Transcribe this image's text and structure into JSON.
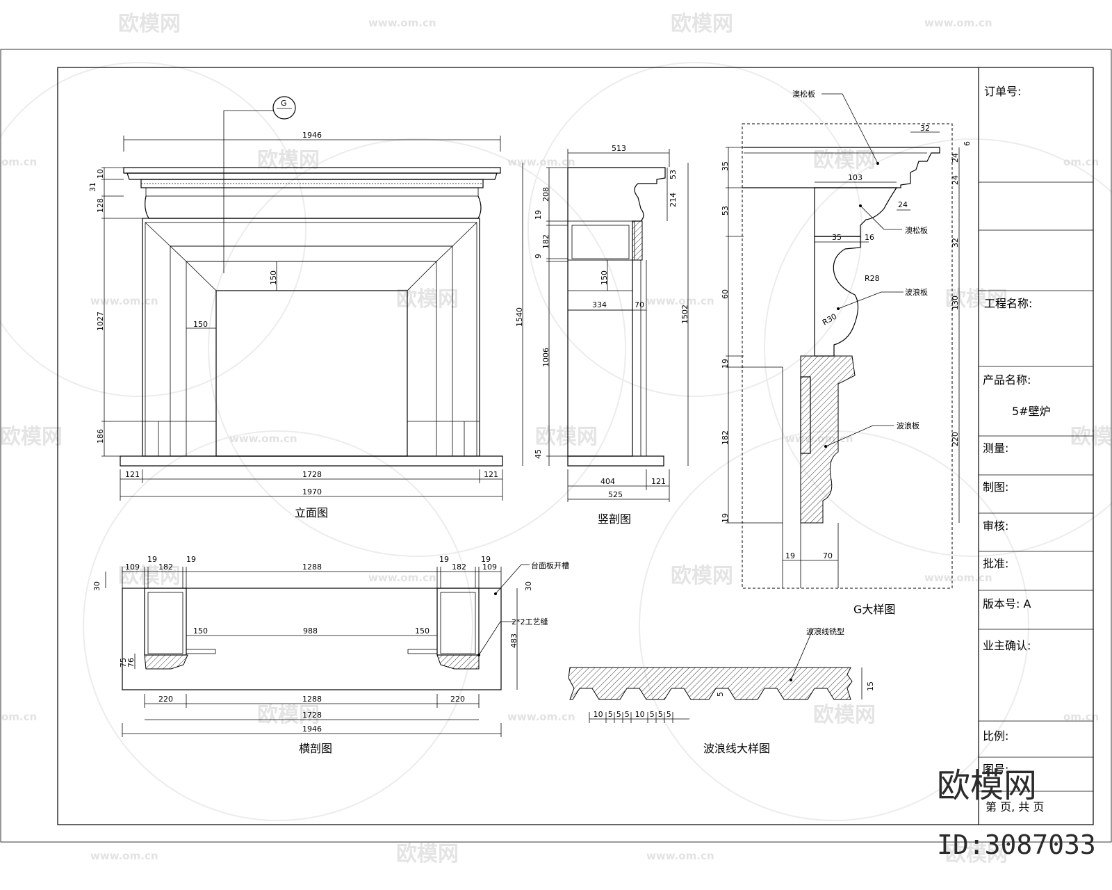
{
  "title_block": {
    "order_no": "订单号:",
    "project_name": "工程名称:",
    "product_name_label": "产品名称:",
    "product_name_value": "5#壁炉",
    "measure": "测量:",
    "drawn": "制图:",
    "review": "审核:",
    "approve": "批准:",
    "version": "版本号: A",
    "owner_confirm": "业主确认:",
    "scale": "比例:",
    "drawing_no": "图号:",
    "page": "第 页, 共 页"
  },
  "views": {
    "elevation_caption": "立面图",
    "section_caption": "竖剖图",
    "g_detail_caption": "G大样图",
    "plan_caption": "横剖图",
    "wave_caption": "波浪线大样图",
    "g_marker": "G"
  },
  "elevation_dims": {
    "top_width": "1946",
    "d10": "10",
    "d31": "31",
    "d128": "128",
    "d1027": "1027",
    "d186": "186",
    "d150a": "150",
    "d150b": "150",
    "bottom_121a": "121",
    "bottom_1728": "1728",
    "bottom_121b": "121",
    "bottom_1970": "1970"
  },
  "section_dims": {
    "top": "513",
    "d53": "53",
    "d214": "214",
    "d208": "208",
    "d19": "19",
    "d182": "182",
    "d9": "9",
    "d150": "150",
    "d1540": "1540",
    "d1502": "1502",
    "d334": "334",
    "d70": "70",
    "d1006": "1006",
    "d45": "45",
    "bottom_404": "404",
    "bottom_121": "121",
    "bottom_525": "525"
  },
  "g_detail_dims": {
    "d32": "32",
    "d6": "6",
    "d35": "35",
    "d24a": "24",
    "d24b": "24",
    "d103": "103",
    "d53": "53",
    "d24c": "24",
    "d35b": "35",
    "d16": "16",
    "d60": "60",
    "d32b": "32",
    "d130": "130",
    "r28": "R28",
    "r30": "R30",
    "d19a": "19",
    "d182": "182",
    "d220": "220",
    "d19b": "19",
    "d19c": "19",
    "d70": "70",
    "label_top": "澳松板",
    "label_mid": "澳松板",
    "label_wave": "波浪板",
    "label_low": "波浪板"
  },
  "plan_dims": {
    "d109a": "109",
    "d19a": "19",
    "d182a": "182",
    "d19b": "19",
    "d1288": "1288",
    "d19c": "19",
    "d182b": "182",
    "d19d": "19",
    "d109b": "109",
    "d30a": "30",
    "d30b": "30",
    "d150a": "150",
    "d988": "988",
    "d150b": "150",
    "d483": "483",
    "d75": "75",
    "d76": "76",
    "bottom_220a": "220",
    "bottom_1288": "1288",
    "bottom_220b": "220",
    "bottom_1728": "1728",
    "bottom_1946": "1946",
    "note1": "台面板开槽",
    "note2": "2*2工艺缝"
  },
  "wave_dims": {
    "label": "波浪线铣型",
    "d15": "15",
    "d5": "5",
    "bottom": [
      "10",
      "5",
      "5",
      "5",
      "10",
      "5",
      "5",
      "5"
    ]
  },
  "watermarks": {
    "brand": "欧模网",
    "url": "www.om.cn",
    "url_short": "om.cn",
    "id": "ID:3087033"
  }
}
